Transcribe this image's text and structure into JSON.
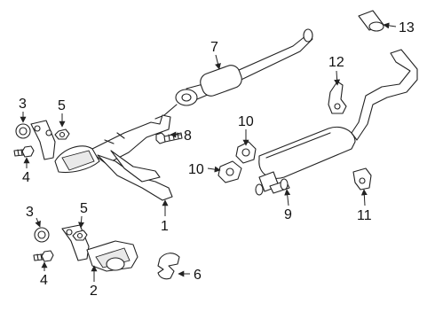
{
  "diagram": {
    "callouts": [
      {
        "id": "c1",
        "label": "1"
      },
      {
        "id": "c2",
        "label": "2"
      },
      {
        "id": "c3a",
        "label": "3"
      },
      {
        "id": "c3b",
        "label": "3"
      },
      {
        "id": "c4a",
        "label": "4"
      },
      {
        "id": "c4b",
        "label": "4"
      },
      {
        "id": "c5a",
        "label": "5"
      },
      {
        "id": "c5b",
        "label": "5"
      },
      {
        "id": "c6",
        "label": "6"
      },
      {
        "id": "c7",
        "label": "7"
      },
      {
        "id": "c8",
        "label": "8"
      },
      {
        "id": "c9",
        "label": "9"
      },
      {
        "id": "c10a",
        "label": "10"
      },
      {
        "id": "c10b",
        "label": "10"
      },
      {
        "id": "c11",
        "label": "11"
      },
      {
        "id": "c12",
        "label": "12"
      },
      {
        "id": "c13",
        "label": "13"
      }
    ]
  }
}
